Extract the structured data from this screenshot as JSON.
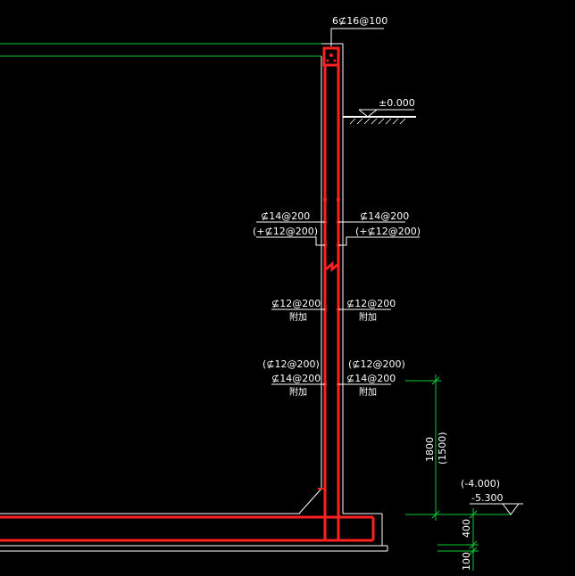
{
  "colors": {
    "background": "#000000",
    "concrete_outline": "#ffffff",
    "rebar": "#ff2020",
    "dimension": "#00cc33",
    "text": "#ffffff"
  },
  "labels": {
    "top_rebar": "6⊈16@100",
    "elevation_ground": "±0.000",
    "left_upper_1": "⊈14@200",
    "left_upper_2": "(+⊈12@200)",
    "right_upper_1": "⊈14@200",
    "right_upper_2": "(+⊈12@200)",
    "left_mid_1": "⊈12@200",
    "left_mid_2": "附加",
    "right_mid_1": "⊈12@200",
    "right_mid_2": "附加",
    "left_low_1": "(⊈12@200)",
    "left_low_2": "⊈14@200",
    "left_low_3": "附加",
    "right_low_1": "(⊈12@200)",
    "right_low_2": "⊈14@200",
    "right_low_3": "附加",
    "dim_vertical_1": "1800",
    "dim_vertical_2": "(1500)",
    "elevation_low_1": "(-4.000)",
    "elevation_low_2": "-5.300",
    "dim_slab": "400",
    "dim_cushion": "100"
  }
}
